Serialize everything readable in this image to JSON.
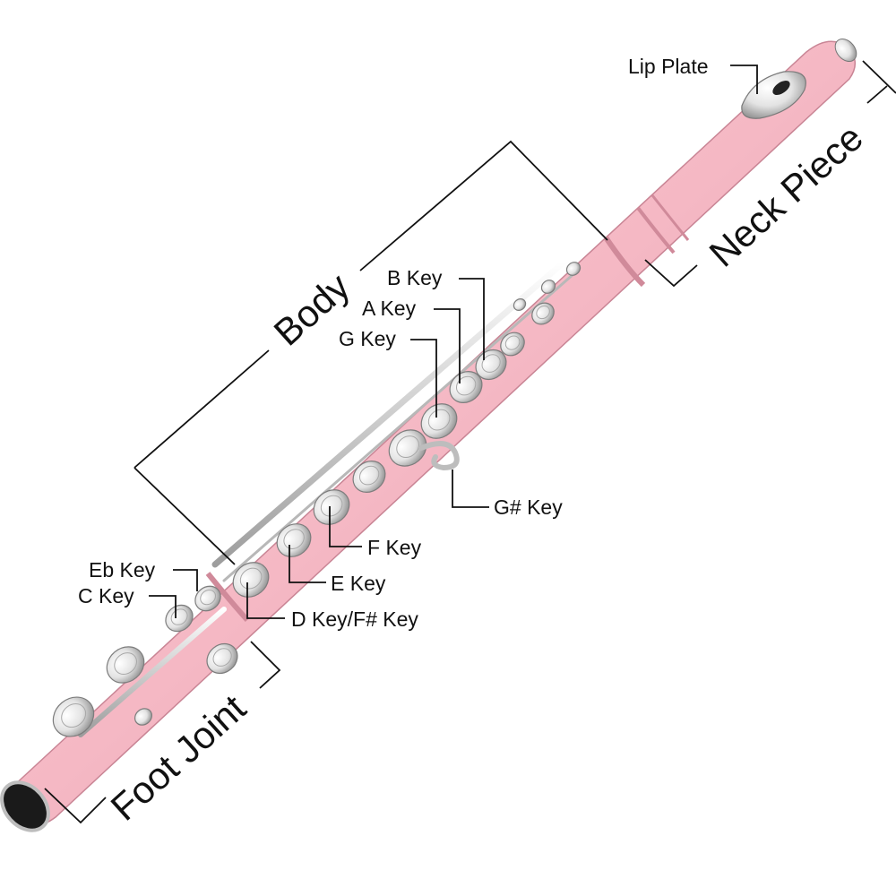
{
  "colors": {
    "flute_body": "#f5b8c4",
    "flute_shadow": "#d98f9f",
    "metal": "#e6e6e6",
    "metal_shadow": "#9a9a9a",
    "ink": "#111111"
  },
  "labels": {
    "lip_plate": "Lip Plate",
    "neck_piece": "Neck Piece",
    "body": "Body",
    "b_key": "B Key",
    "a_key": "A Key",
    "g_key": "G Key",
    "g_sharp_key": "G# Key",
    "f_key": "F Key",
    "e_key": "E Key",
    "d_key": "D Key/F# Key",
    "eb_key": "Eb Key",
    "c_key": "C Key",
    "foot_joint": "Foot Joint"
  }
}
